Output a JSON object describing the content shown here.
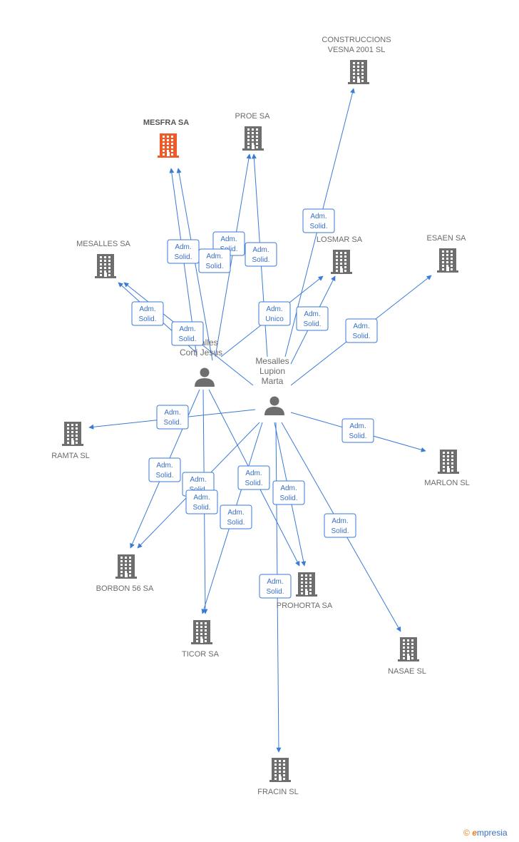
{
  "colors": {
    "edge": "#3a7bd5",
    "building": "#6e6e6e",
    "main_building": "#f05a28",
    "person": "#6e6e6e"
  },
  "companies": [
    {
      "id": "mesfra",
      "lines": [
        "MESFRA SA"
      ],
      "main": true,
      "icon": "building-icon"
    },
    {
      "id": "proe",
      "lines": [
        "PROE SA"
      ],
      "icon": "building-icon"
    },
    {
      "id": "construccions",
      "lines": [
        "CONSTRUCCIONS",
        "VESNA 2001 SL"
      ],
      "icon": "building-icon"
    },
    {
      "id": "mesalles_sa",
      "lines": [
        "MESALLES SA"
      ],
      "icon": "building-icon"
    },
    {
      "id": "losmar",
      "lines": [
        "LOSMAR SA"
      ],
      "icon": "building-icon"
    },
    {
      "id": "esaen",
      "lines": [
        "ESAEN SA"
      ],
      "icon": "building-icon"
    },
    {
      "id": "ramta",
      "lines": [
        "RAMTA SL"
      ],
      "icon": "building-icon"
    },
    {
      "id": "marlon",
      "lines": [
        "MARLON SL"
      ],
      "icon": "building-icon"
    },
    {
      "id": "borbon",
      "lines": [
        "BORBON 56 SA"
      ],
      "icon": "building-icon"
    },
    {
      "id": "prohorta",
      "lines": [
        "PROHORTA SA"
      ],
      "icon": "building-icon"
    },
    {
      "id": "ticor",
      "lines": [
        "TICOR SA"
      ],
      "icon": "building-icon"
    },
    {
      "id": "nasae",
      "lines": [
        "NASAE SL"
      ],
      "icon": "building-icon"
    },
    {
      "id": "fracin",
      "lines": [
        "FRACIN SL"
      ],
      "icon": "building-icon"
    }
  ],
  "persons": [
    {
      "id": "jesus",
      "lines": [
        "Mesalles",
        "Corti Jesus"
      ],
      "icon": "person-icon"
    },
    {
      "id": "marta",
      "lines": [
        "Mesalles",
        "Lupion",
        "Marta"
      ],
      "icon": "person-icon"
    }
  ],
  "relations": [
    {
      "lines": [
        "Adm.",
        "Solid."
      ]
    },
    {
      "lines": [
        "Adm.",
        "Solid."
      ]
    },
    {
      "lines": [
        "Adm.",
        "Solid."
      ]
    },
    {
      "lines": [
        "Adm.",
        "Solid."
      ]
    },
    {
      "lines": [
        "Adm.",
        "Solid."
      ]
    },
    {
      "lines": [
        "Adm.",
        "Solid."
      ]
    },
    {
      "lines": [
        "Adm.",
        "Solid."
      ]
    },
    {
      "lines": [
        "Adm.",
        "Unico"
      ]
    },
    {
      "lines": [
        "Adm.",
        "Solid."
      ]
    },
    {
      "lines": [
        "Adm.",
        "Solid."
      ]
    },
    {
      "lines": [
        "Adm.",
        "Solid."
      ]
    },
    {
      "lines": [
        "Adm.",
        "Solid."
      ]
    },
    {
      "lines": [
        "Adm.",
        "Solid."
      ]
    },
    {
      "lines": [
        "Adm.",
        "Solid."
      ]
    },
    {
      "lines": [
        "Adm.",
        "Solid."
      ]
    },
    {
      "lines": [
        "Adm.",
        "Solid."
      ]
    },
    {
      "lines": [
        "Adm.",
        "Solid."
      ]
    },
    {
      "lines": [
        "Adm.",
        "Solid."
      ]
    },
    {
      "lines": [
        "Adm.",
        "Solid."
      ]
    },
    {
      "lines": [
        "Adm.",
        "Solid."
      ]
    }
  ],
  "brand": {
    "copyright": "©",
    "e": "e",
    "name": "mpresia"
  }
}
